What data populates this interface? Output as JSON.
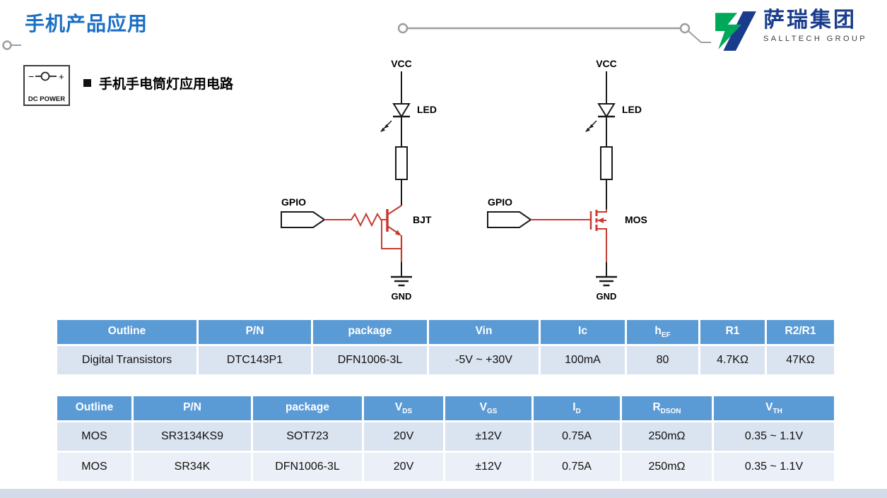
{
  "slide": {
    "title": "手机产品应用",
    "section_bullet": "手机手电筒灯应用电路"
  },
  "logo": {
    "company_cn": "萨瑞集团",
    "company_en": "SALLTECH GROUP"
  },
  "dc_power": {
    "label": "DC POWER",
    "minus": "−",
    "plus": "+"
  },
  "circuits": [
    {
      "vcc": "VCC",
      "led": "LED",
      "gpio": "GPIO",
      "transistor": "BJT",
      "gnd": "GND"
    },
    {
      "vcc": "VCC",
      "led": "LED",
      "gpio": "GPIO",
      "transistor": "MOS",
      "gnd": "GND"
    }
  ],
  "table1": {
    "headers": [
      {
        "base": "Outline",
        "sub": ""
      },
      {
        "base": "P/N",
        "sub": ""
      },
      {
        "base": "package",
        "sub": ""
      },
      {
        "base": "Vin",
        "sub": ""
      },
      {
        "base": "Ic",
        "sub": ""
      },
      {
        "base": "h",
        "sub": "EF"
      },
      {
        "base": "R1",
        "sub": ""
      },
      {
        "base": "R2/R1",
        "sub": ""
      }
    ],
    "rows": [
      [
        "Digital Transistors",
        "DTC143P1",
        "DFN1006-3L",
        "-5V ~ +30V",
        "100mA",
        "80",
        "4.7KΩ",
        "47KΩ"
      ]
    ]
  },
  "table2": {
    "headers": [
      {
        "base": "Outline",
        "sub": ""
      },
      {
        "base": "P/N",
        "sub": ""
      },
      {
        "base": "package",
        "sub": ""
      },
      {
        "base": "V",
        "sub": "DS"
      },
      {
        "base": "V",
        "sub": "GS"
      },
      {
        "base": "I",
        "sub": "D"
      },
      {
        "base": "R",
        "sub": "DSON"
      },
      {
        "base": "V",
        "sub": "TH"
      }
    ],
    "rows": [
      [
        "MOS",
        "SR3134KS9",
        "SOT723",
        "20V",
        "±12V",
        "0.75A",
        "250mΩ",
        "0.35 ~ 1.1V"
      ],
      [
        "MOS",
        "SR34K",
        "DFN1006-3L",
        "20V",
        "±12V",
        "0.75A",
        "250mΩ",
        "0.35 ~ 1.1V"
      ]
    ]
  },
  "colors": {
    "title_blue": "#1A6FC4",
    "table_header_blue": "#5B9BD5",
    "row_light_blue": "#DAE3F0",
    "row_lighter_blue": "#EBF0F8",
    "circuit_red": "#C63C32",
    "logo_green": "#00A859",
    "logo_navy": "#1A3C8C",
    "footer_strip": "#D3DBE8"
  }
}
